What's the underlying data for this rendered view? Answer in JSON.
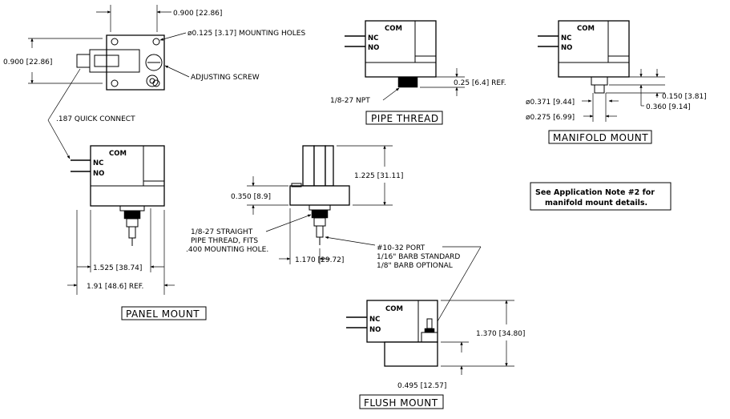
{
  "top_view": {
    "width_dim": "0.900 [22.86]",
    "height_dim": "0.900 [22.86]",
    "holes_note": "ø0.125 [3.17] MOUNTING HOLES",
    "screw_note": "ADJUSTING SCREW",
    "connect_note": ".187 QUICK CONNECT"
  },
  "pipe_thread": {
    "title": "PIPE THREAD",
    "com": "COM",
    "nc": "NC",
    "no": "NO",
    "ref_dim": "0.25 [6.4] REF.",
    "npt_note": "1/8-27 NPT"
  },
  "manifold": {
    "title": "MANIFOLD MOUNT",
    "com": "COM",
    "nc": "NC",
    "no": "NO",
    "dim_a": "0.150 [3.81]",
    "dim_b": "0.360 [9.14]",
    "dim_c": "ø0.371 [9.44]",
    "dim_d": "ø0.275 [6.99]",
    "note_line1": "See Application Note #2 for",
    "note_line2": "manifold mount details."
  },
  "panel": {
    "title": "PANEL MOUNT",
    "com": "COM",
    "nc": "NC",
    "no": "NO",
    "width_dim": "1.525 [38.74]",
    "ref_dim": "1.91 [48.6] REF."
  },
  "side_view": {
    "height_dim": "1.225 [31.11]",
    "flange_dim": "0.350 [8.9]",
    "width_dim": "1.170 [29.72]",
    "thread_note_1": "1/8-27 STRAIGHT",
    "thread_note_2": "PIPE THREAD, FITS",
    "thread_note_3": ".400 MOUNTING HOLE.",
    "port_note_1": "#10-32 PORT",
    "port_note_2": "1/16\" BARB STANDARD",
    "port_note_3": "1/8\" BARB OPTIONAL"
  },
  "flush": {
    "title": "FLUSH MOUNT",
    "com": "COM",
    "nc": "NC",
    "no": "NO",
    "height_dim": "1.370 [34.80]",
    "base_dim": "0.495 [12.57]"
  }
}
